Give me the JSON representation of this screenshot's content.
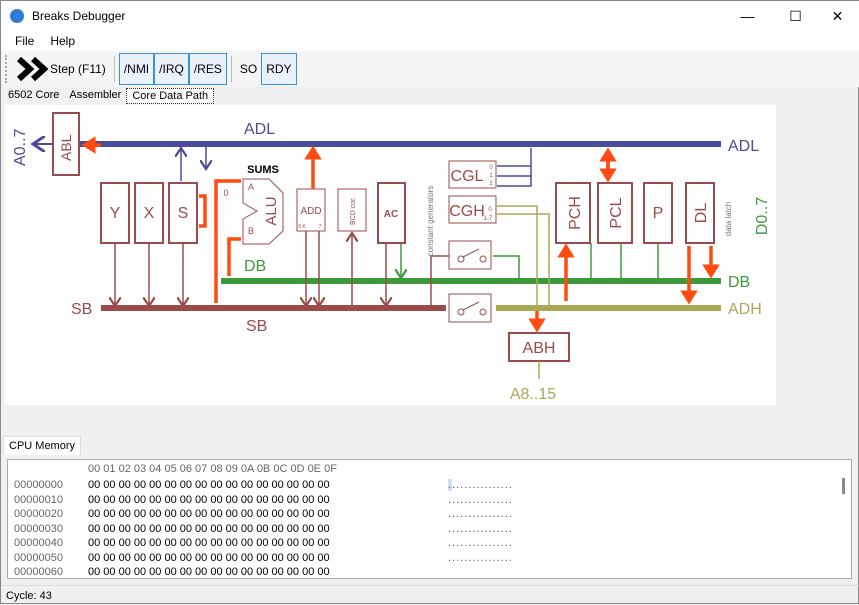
{
  "window": {
    "title": "Breaks Debugger",
    "controls": [
      "minimize",
      "maximize",
      "close"
    ]
  },
  "menu": [
    "File",
    "Help"
  ],
  "toolbar": {
    "step": "Step (F11)",
    "buttons": [
      "/NMI",
      "/IRQ",
      "/RES"
    ],
    "so": "SO",
    "rdy": "RDY"
  },
  "tabs": [
    "6502 Core",
    "Assembler",
    "Core Data Path"
  ],
  "active_tab": "Core Data Path",
  "diagram": {
    "labels": {
      "adl": "ADL",
      "adl_right": "ADL",
      "abl": "ABL",
      "a0_7": "A0..7",
      "sums": "SUMS",
      "db": "DB",
      "db_right": "DB",
      "sb": "SB",
      "sb_bottom": "SB",
      "adh": "ADH",
      "a8_15": "A8..15",
      "d0_7": "D0..7",
      "const_gen": "constant generators",
      "data_latch": "data latch",
      "alu_a": "A",
      "alu_b": "B",
      "alu_zero": "0",
      "add_lo": "0-6",
      "add_hi": "7",
      "cgl_bits": [
        "0",
        "1",
        "2"
      ],
      "cgh_bits": [
        "0",
        "1-7"
      ]
    },
    "registers": {
      "y": "Y",
      "x": "X",
      "s": "S",
      "alu": "ALU",
      "add": "ADD",
      "bcd": "BCD cor.",
      "ac": "AC",
      "cgl": "CGL",
      "cgh": "CGH",
      "pch": "PCH",
      "pcl": "PCL",
      "p": "P",
      "dl": "DL",
      "abh": "ABH"
    },
    "colors": {
      "adl": "#4b4b9b",
      "db": "#3c9a3c",
      "sb": "#9b4b4b",
      "adh": "#a9a955",
      "active": "#ff4a10"
    }
  },
  "memory": {
    "tab": "CPU Memory",
    "columns": "00 01 02 03 04 05 06 07 08 09 0A 0B 0C 0D 0E 0F",
    "rows": [
      {
        "addr": "00000000",
        "bytes": "00 00 00 00 00 00 00 00 00 00 00 00 00 00 00 00",
        "ascii": "................"
      },
      {
        "addr": "00000010",
        "bytes": "00 00 00 00 00 00 00 00 00 00 00 00 00 00 00 00",
        "ascii": "................"
      },
      {
        "addr": "00000020",
        "bytes": "00 00 00 00 00 00 00 00 00 00 00 00 00 00 00 00",
        "ascii": "................"
      },
      {
        "addr": "00000030",
        "bytes": "00 00 00 00 00 00 00 00 00 00 00 00 00 00 00 00",
        "ascii": "................"
      },
      {
        "addr": "00000040",
        "bytes": "00 00 00 00 00 00 00 00 00 00 00 00 00 00 00 00",
        "ascii": "................"
      },
      {
        "addr": "00000050",
        "bytes": "00 00 00 00 00 00 00 00 00 00 00 00 00 00 00 00",
        "ascii": "................"
      },
      {
        "addr": "00000060",
        "bytes": "00 00 00 00 00 00 00 00 00 00 00 00 00 00 00 00",
        "ascii": ""
      }
    ]
  },
  "status": "Cycle: 43"
}
